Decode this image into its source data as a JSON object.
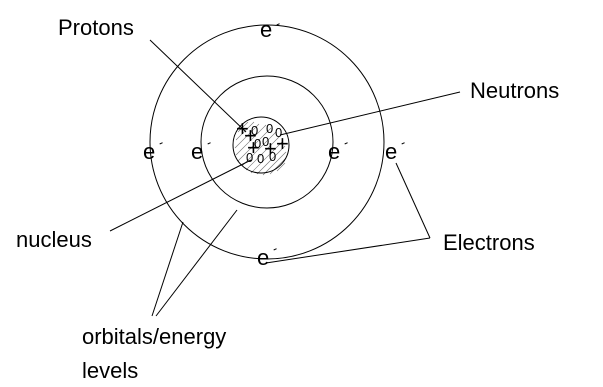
{
  "labels": {
    "protons": "Protons",
    "neutrons": "Neutrons",
    "nucleus": "nucleus",
    "electrons": "Electrons",
    "orbitals_line1": "orbitals/energy",
    "orbitals_line2": "levels"
  },
  "electron_symbol": "e",
  "electron_charge": "-",
  "nucleus_particles": {
    "proton_symbol": "+",
    "neutron_symbol": "0"
  },
  "colors": {
    "ink": "#000000",
    "background": "#ffffff"
  }
}
